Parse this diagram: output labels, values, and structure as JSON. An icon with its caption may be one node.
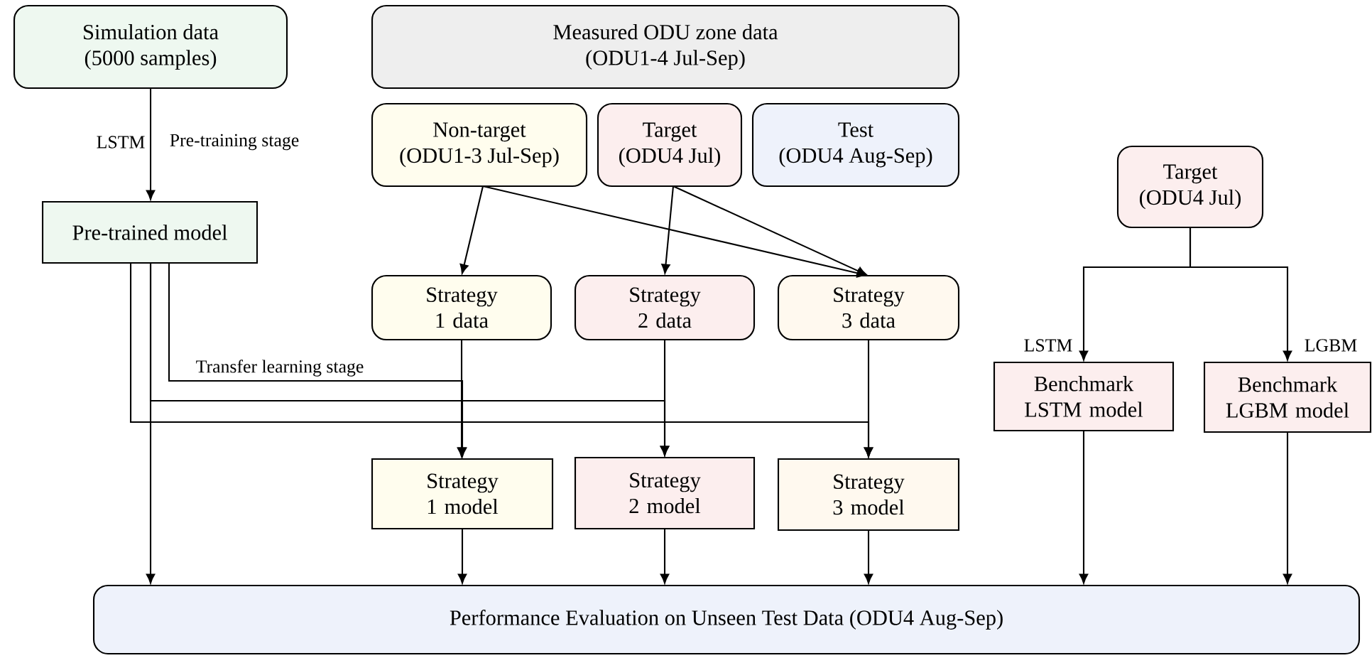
{
  "diagram": {
    "nodes": [
      {
        "text": [
          "Simulation data",
          "(5000 samples)"
        ]
      },
      {
        "text": [
          "Measured ODU zone data",
          "(ODU1-4 Jul-Sep)"
        ]
      },
      {
        "text": [
          "Non-target",
          "(ODU1-3 Jul-Sep)"
        ]
      },
      {
        "text": [
          "Target",
          "(ODU4 Jul)"
        ]
      },
      {
        "text": [
          "Test",
          "(ODU4 Aug-Sep)"
        ]
      },
      {
        "text": [
          "Pre-trained model"
        ]
      },
      {
        "text": [
          "Strategy 1 data"
        ]
      },
      {
        "text": [
          "Strategy 2 data"
        ]
      },
      {
        "text": [
          "Strategy 3 data"
        ]
      },
      {
        "text": [
          "Target",
          "(ODU4 Jul)"
        ]
      },
      {
        "text": [
          "Strategy 1 model"
        ]
      },
      {
        "text": [
          "Strategy 2 model"
        ]
      },
      {
        "text": [
          "Strategy 3 model"
        ]
      },
      {
        "text": [
          "Benchmark LSTM model"
        ]
      },
      {
        "text": [
          "Benchmark LGBM model"
        ]
      },
      {
        "text": [
          "Performance Evaluation on Unseen Test Data (ODU4 Aug-Sep)"
        ]
      }
    ],
    "edges": [
      {
        "from": 0,
        "to": 5,
        "arrow": "to",
        "label": "LSTM"
      },
      {
        "from": 2,
        "to": 6,
        "arrow": "to"
      },
      {
        "from": 2,
        "to": 8,
        "arrow": "to"
      },
      {
        "from": 3,
        "to": 7,
        "arrow": "to"
      },
      {
        "from": 3,
        "to": 8,
        "arrow": "to"
      },
      {
        "from": 6,
        "to": 10,
        "arrow": "to"
      },
      {
        "from": 7,
        "to": 11,
        "arrow": "to"
      },
      {
        "from": 8,
        "to": 12,
        "arrow": "to"
      },
      {
        "from": 5,
        "to": 10,
        "arrow": "to",
        "label": "Transfer learning stage"
      },
      {
        "from": 5,
        "to": 11,
        "arrow": "to"
      },
      {
        "from": 5,
        "to": 12,
        "arrow": "to"
      },
      {
        "from": 5,
        "to": 15,
        "arrow": "to"
      },
      {
        "from": 9,
        "to": 13,
        "arrow": "to",
        "label": "LSTM"
      },
      {
        "from": 9,
        "to": 14,
        "arrow": "to",
        "label": "LGBM"
      },
      {
        "from": 10,
        "to": 15,
        "arrow": "to"
      },
      {
        "from": 11,
        "to": 15,
        "arrow": "to"
      },
      {
        "from": 12,
        "to": 15,
        "arrow": "to"
      },
      {
        "from": 13,
        "to": 15,
        "arrow": "to"
      },
      {
        "from": 14,
        "to": 15,
        "arrow": "to"
      }
    ],
    "labels": [
      "Pre-training stage"
    ]
  }
}
